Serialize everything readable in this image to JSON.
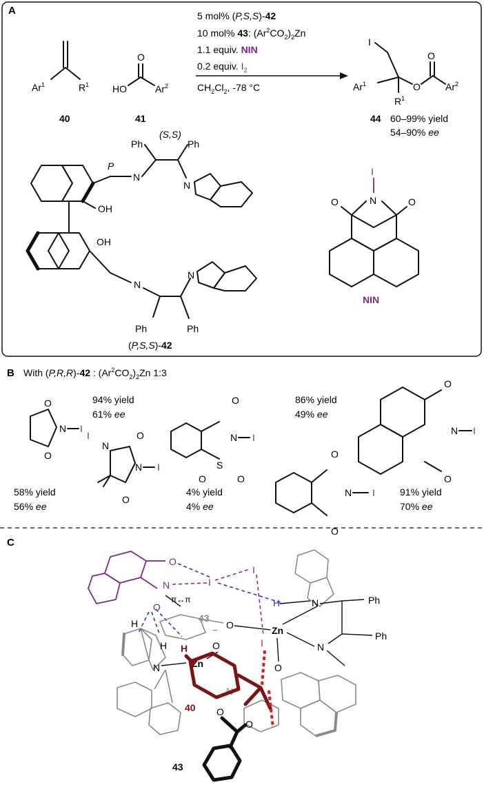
{
  "panel_a": {
    "label": "A",
    "cond1_pre": "5 mol% (",
    "cond1_it": "P,S,S",
    "cond1_mid": ")-",
    "cond1_bold": "42",
    "cond2_pre": "10 mol% ",
    "cond2_bold": "43",
    "cond2_mid": ": (Ar",
    "cond2_sup": "2",
    "cond2_post": "CO",
    "cond2_sub": "2",
    "cond2_end": ")",
    "cond2_sub2": "2",
    "cond2_zn": "Zn",
    "cond3_pre": "1.1 equiv. ",
    "cond3_reagent": "NIN",
    "cond4_pre": "0.2 equiv. ",
    "cond4_reagent": "I",
    "cond4_sub": "2",
    "cond5": "CH",
    "cond5_sub": "2",
    "cond5_b": "Cl",
    "cond5_sub2": "2",
    "cond5_c": ", -78 °C",
    "substrate_ar": "Ar",
    "substrate_ar_sup": "1",
    "substrate_r": "R",
    "substrate_r_sup": "1",
    "acid_ho": "HO",
    "acid_o": "O",
    "acid_ar": "Ar",
    "acid_ar_sup": "2",
    "cmp40": "40",
    "cmp41": "41",
    "cmp44": "44",
    "prod_i": "I",
    "prod_ar1": "Ar",
    "prod_ar1_sup": "1",
    "prod_r1": "R",
    "prod_r1_sup": "1",
    "prod_o": "O",
    "prod_o2": "O",
    "prod_ar2": "Ar",
    "prod_ar2_sup": "2",
    "yield_text": "60–99% yield",
    "ee_text_a": "54–90% ",
    "ee_text_b": "ee",
    "cat_P": "P",
    "cat_ss": "(S,S)",
    "cat_ph1": "Ph",
    "cat_ph2": "Ph",
    "cat_ph3": "Ph",
    "cat_ph4": "Ph",
    "cat_n1": "N",
    "cat_n2": "N",
    "cat_n3": "N",
    "cat_n4": "N",
    "cat_oh1": "OH",
    "cat_oh2": "OH",
    "cat_label_pre": "(",
    "cat_label_it": "P,S,S",
    "cat_label_mid": ")-",
    "cat_label_bold": "42",
    "nin_i": "I",
    "nin_n": "N",
    "nin_o1": "O",
    "nin_o2": "O",
    "nin_label": "NIN"
  },
  "panel_b": {
    "label": "B",
    "head_pre": "With (",
    "head_it": "P,R,R",
    "head_mid": ")-",
    "head_bold": "42",
    "head_post": " : (Ar",
    "head_sup": "2",
    "head_co": "CO",
    "head_sub": "2",
    "head_close": ")",
    "head_sub2": "2",
    "head_end": "Zn 1:3",
    "items": [
      {
        "yield": "58% yield",
        "ee_val": "56% ",
        "ee": "ee"
      },
      {
        "yield": "94% yield",
        "ee_val": "61% ",
        "ee": "ee"
      },
      {
        "yield": "4% yield",
        "ee_val": "4% ",
        "ee": "ee"
      },
      {
        "yield": "86% yield",
        "ee_val": "49% ",
        "ee": "ee"
      },
      {
        "yield": "91% yield",
        "ee_val": "70% ",
        "ee": "ee"
      }
    ],
    "atoms": {
      "o": "O",
      "n": "N",
      "i": "I",
      "s": "S"
    }
  },
  "panel_c": {
    "label": "C",
    "pi": "π↔π",
    "cmp43a": "43",
    "cmp43b": "43",
    "cmp40": "40",
    "zn": "Zn",
    "n": "N",
    "o": "O",
    "h": "H",
    "i": "I",
    "ph": "Ph",
    "minus": "–"
  },
  "colors": {
    "purple": "#7a2a85",
    "maroon": "#7d1414",
    "blue": "#2b35c9",
    "red": "#e0191b",
    "grey": "#8a8a8a"
  }
}
